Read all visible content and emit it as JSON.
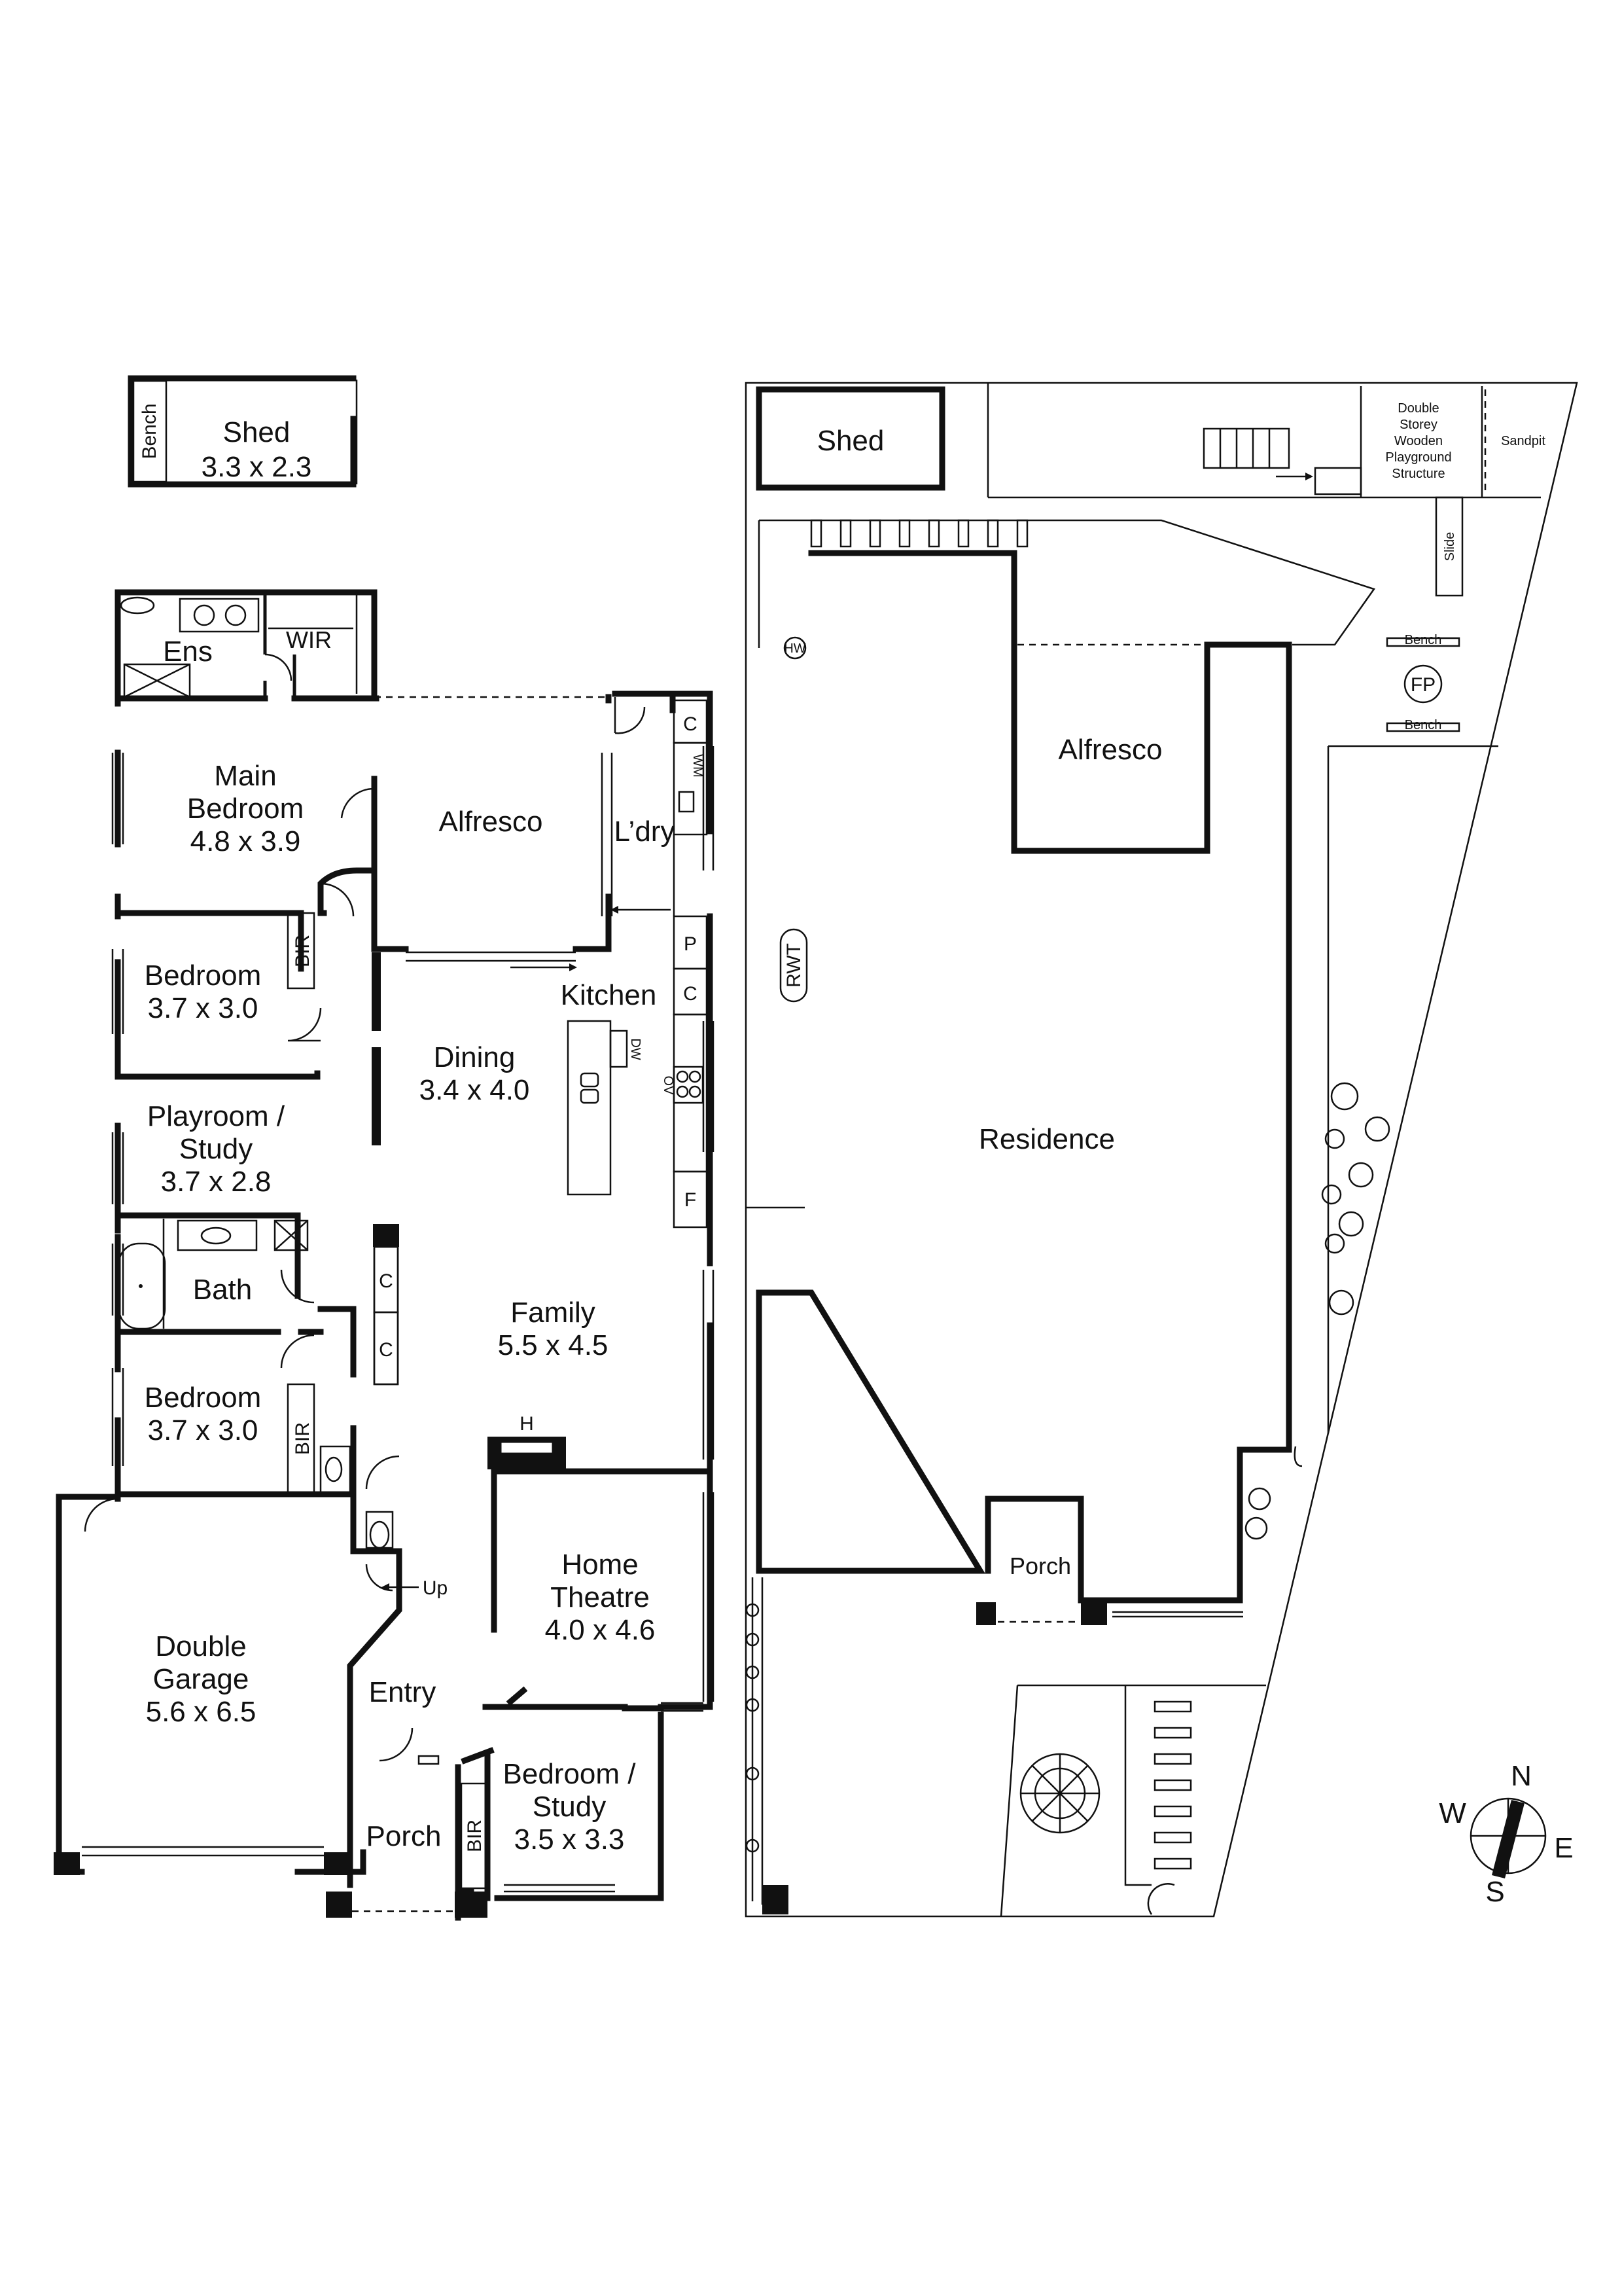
{
  "floor_plan": {
    "rooms": {
      "shed": {
        "name": "Shed",
        "size": "3.3 x 2.3"
      },
      "bench": "Bench",
      "ens": "Ens",
      "wir": "WIR",
      "main_bedroom": {
        "name_line1": "Main",
        "name_line2": "Bedroom",
        "size": "4.8 x 3.9"
      },
      "alfresco": "Alfresco",
      "laundry": "L’dry",
      "bedroom_1": {
        "name": "Bedroom",
        "size": "3.7 x 3.0"
      },
      "bedroom_2": {
        "name": "Bedroom",
        "size": "3.7 x 3.0"
      },
      "playroom": {
        "name_line1": "Playroom /",
        "name_line2": "Study",
        "size": "3.7 x 2.8"
      },
      "kitchen": "Kitchen",
      "dining": {
        "name": "Dining",
        "size": "3.4 x 4.0"
      },
      "bath": "Bath",
      "family": {
        "name": "Family",
        "size": "5.5 x 4.5"
      },
      "home_theatre": {
        "name_line1": "Home",
        "name_line2": "Theatre",
        "size": "4.0 x 4.6"
      },
      "double_garage": {
        "name_line1": "Double",
        "name_line2": "Garage",
        "size": "5.6 x 6.5"
      },
      "entry": "Entry",
      "porch": "Porch",
      "bedroom_study": {
        "name_line1": "Bedroom /",
        "name_line2": "Study",
        "size": "3.5 x 3.3"
      }
    },
    "fixtures": {
      "bir": "BIR",
      "cupboard": "C",
      "wm": "WM",
      "pantry": "P",
      "fridge": "F",
      "dw": "DW",
      "ov": "OV",
      "heater": "H",
      "up": "Up"
    }
  },
  "site_plan": {
    "shed": "Shed",
    "playground": [
      "Double",
      "Storey",
      "Wooden",
      "Playground",
      "Structure"
    ],
    "sandpit": "Sandpit",
    "slide": "Slide",
    "hw": "HW",
    "bench_1": "Bench",
    "bench_2": "Bench",
    "fp": "FP",
    "alfresco": "Alfresco",
    "rwt": "RWT",
    "residence": "Residence",
    "porch": "Porch"
  },
  "compass": {
    "n": "N",
    "e": "E",
    "s": "S",
    "w": "W"
  }
}
